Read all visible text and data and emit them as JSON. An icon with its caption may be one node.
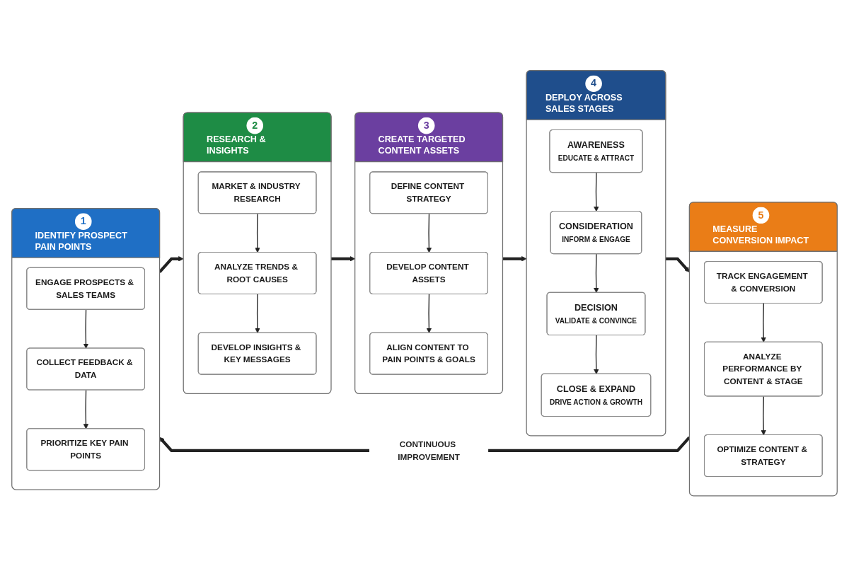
{
  "diagram": {
    "nodes": [
      {
        "text": [
          "1",
          "IDENTIFY PROSPECT PAIN POINTS"
        ]
      },
      {
        "text": [
          "ENGAGE PROSPECTS & SALES TEAMS"
        ],
        "in": 0
      },
      {
        "text": [
          "COLLECT FEEDBACK & DATA"
        ],
        "in": 0
      },
      {
        "text": [
          "PRIORITIZE KEY PAIN POINTS"
        ],
        "in": 0
      },
      {
        "text": [
          "2",
          "RESEARCH & INSIGHTS"
        ]
      },
      {
        "text": [
          "MARKET & INDUSTRY RESEARCH"
        ],
        "in": 4
      },
      {
        "text": [
          "ANALYZE TRENDS & ROOT CAUSES"
        ],
        "in": 4
      },
      {
        "text": [
          "DEVELOP INSIGHTS & KEY MESSAGES"
        ],
        "in": 4
      },
      {
        "text": [
          "3",
          "CREATE TARGETED CONTENT ASSETS"
        ]
      },
      {
        "text": [
          "DEFINE CONTENT STRATEGY"
        ],
        "in": 8
      },
      {
        "text": [
          "DEVELOP CONTENT ASSETS"
        ],
        "in": 8
      },
      {
        "text": [
          "ALIGN CONTENT TO PAIN POINTS & GOALS"
        ],
        "in": 8
      },
      {
        "text": [
          "4",
          "DEPLOY ACROSS SALES STAGES"
        ]
      },
      {
        "text": [
          "AWARENESS",
          "EDUCATE & ATTRACT"
        ],
        "in": 12
      },
      {
        "text": [
          "CONSIDERATION",
          "INFORM & ENGAGE"
        ],
        "in": 12
      },
      {
        "text": [
          "DECISION",
          "VALIDATE & CONVINCE"
        ],
        "in": 12
      },
      {
        "text": [
          "CLOSE & EXPAND",
          "DRIVE ACTION & GROWTH"
        ],
        "in": 12
      },
      {
        "text": [
          "5",
          "MEASURE CONVERSION IMPACT"
        ]
      },
      {
        "text": [
          "TRACK ENGAGEMENT & CONVERSION"
        ],
        "in": 17
      },
      {
        "text": [
          "ANALYZE PERFORMANCE BY CONTENT & STAGE"
        ],
        "in": 17
      },
      {
        "text": [
          "OPTIMIZE CONTENT & STRATEGY"
        ],
        "in": 17
      }
    ],
    "edges": [
      {
        "from": 1,
        "to": 2,
        "arrow": "to"
      },
      {
        "from": 2,
        "to": 3,
        "arrow": "to"
      },
      {
        "from": 0,
        "to": 4,
        "arrow": "to",
        "style": "thick"
      },
      {
        "from": 5,
        "to": 6,
        "arrow": "to"
      },
      {
        "from": 6,
        "to": 7,
        "arrow": "to"
      },
      {
        "from": 4,
        "to": 8,
        "arrow": "to",
        "style": "thick"
      },
      {
        "from": 9,
        "to": 10,
        "arrow": "to"
      },
      {
        "from": 10,
        "to": 11,
        "arrow": "to"
      },
      {
        "from": 8,
        "to": 12,
        "arrow": "to",
        "style": "thick"
      },
      {
        "from": 13,
        "to": 14,
        "arrow": "to"
      },
      {
        "from": 14,
        "to": 15,
        "arrow": "to"
      },
      {
        "from": 15,
        "to": 16,
        "arrow": "to"
      },
      {
        "from": 12,
        "to": 17,
        "arrow": "to",
        "style": "thick"
      },
      {
        "from": 18,
        "to": 19,
        "arrow": "to"
      },
      {
        "from": 19,
        "to": 20,
        "arrow": "to"
      },
      {
        "from": 17,
        "to": 0,
        "arrow": "to",
        "style": "thick",
        "label": "CONTINUOUS IMPROVEMENT"
      }
    ]
  }
}
